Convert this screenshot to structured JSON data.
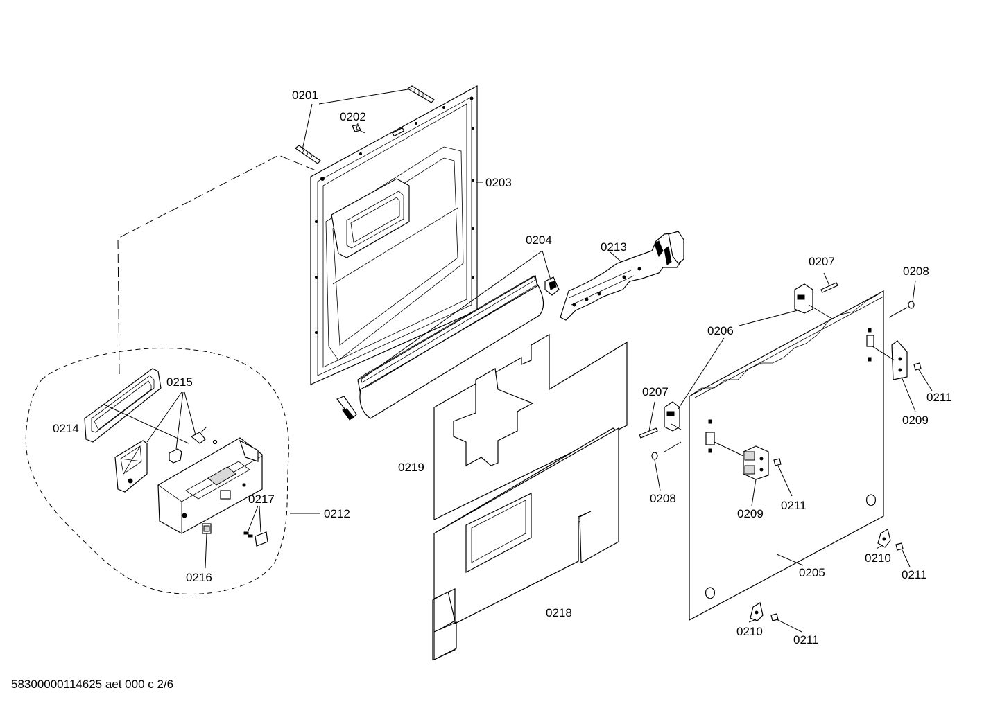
{
  "labels": {
    "p0201": "0201",
    "p0202": "0202",
    "p0203": "0203",
    "p0204": "0204",
    "p0213": "0213",
    "p0207a": "0207",
    "p0208a": "0208",
    "p0206": "0206",
    "p0211a": "0211",
    "p0209a": "0209",
    "p0215": "0215",
    "p0207b": "0207",
    "p0214": "0214",
    "p0219": "0219",
    "p0208b": "0208",
    "p0217": "0217",
    "p0209b": "0209",
    "p0211b": "0211",
    "p0212": "0212",
    "p0210a": "0210",
    "p0211c": "0211",
    "p0205": "0205",
    "p0216": "0216",
    "p0218": "0218",
    "p0210b": "0210",
    "p0211d": "0211"
  },
  "footer": "58300000114625 aet 000 c 2/6"
}
